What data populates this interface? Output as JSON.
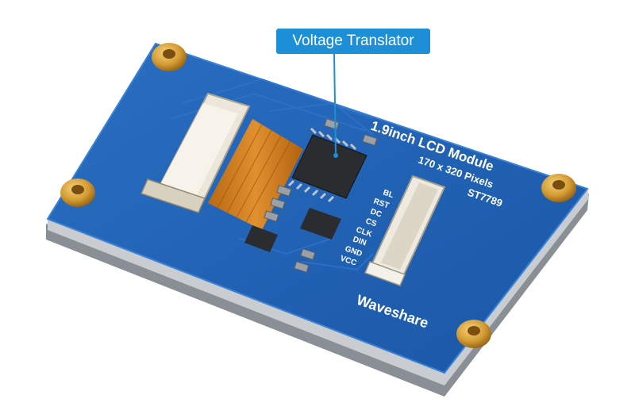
{
  "callout": {
    "label": "Voltage Translator"
  },
  "board": {
    "title": "1.9inch LCD Module",
    "resolution": "170 x 320 Pixels",
    "driver": "ST7789",
    "brand": "Waveshare",
    "pins": [
      "BL",
      "RST",
      "DC",
      "CS",
      "CLK",
      "DIN",
      "GND",
      "VCC"
    ]
  },
  "colors": {
    "pcb": "#1f62b6",
    "pcb_edge": "#2a70c4",
    "brass": "#d9a23a",
    "flex": "#c9781f",
    "callout": "#1d8fd6"
  }
}
